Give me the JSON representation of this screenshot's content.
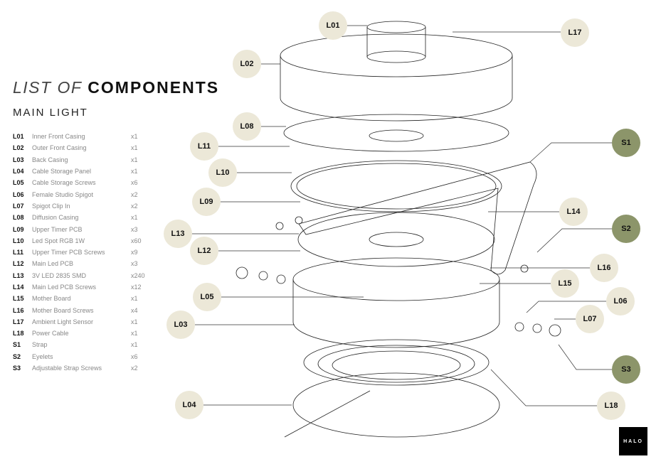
{
  "title": {
    "light": "LIST OF",
    "bold": "COMPONENTS"
  },
  "subtitle": "MAIN LIGHT",
  "components": [
    {
      "code": "L01",
      "name": "Inner Front Casing",
      "qty": "x1"
    },
    {
      "code": "L02",
      "name": "Outer Front Casing",
      "qty": "x1"
    },
    {
      "code": "L03",
      "name": "Back Casing",
      "qty": "x1"
    },
    {
      "code": "L04",
      "name": "Cable Storage Panel",
      "qty": "x1"
    },
    {
      "code": "L05",
      "name": "Cable Storage Screws",
      "qty": "x6"
    },
    {
      "code": "L06",
      "name": "Female Studio Spigot",
      "qty": "x2"
    },
    {
      "code": "L07",
      "name": "Spigot Clip In",
      "qty": "x2"
    },
    {
      "code": "L08",
      "name": "Diffusion Casing",
      "qty": "x1"
    },
    {
      "code": "L09",
      "name": "Upper Timer PCB",
      "qty": "x3"
    },
    {
      "code": "L10",
      "name": "Led Spot RGB 1W",
      "qty": "x60"
    },
    {
      "code": "L11",
      "name": "Upper Timer PCB Screws",
      "qty": "x9"
    },
    {
      "code": "L12",
      "name": "Main Led PCB",
      "qty": "x3"
    },
    {
      "code": "L13",
      "name": "3V LED 2835 SMD",
      "qty": "x240"
    },
    {
      "code": "L14",
      "name": "Main Led PCB Screws",
      "qty": "x12"
    },
    {
      "code": "L15",
      "name": "Mother Board",
      "qty": "x1"
    },
    {
      "code": "L16",
      "name": "Mother Board Screws",
      "qty": "x4"
    },
    {
      "code": "L17",
      "name": "Ambient Light Sensor",
      "qty": "x1"
    },
    {
      "code": "L18",
      "name": "Power Cable",
      "qty": "x1"
    },
    {
      "code": "S1",
      "name": "Strap",
      "qty": "x1"
    },
    {
      "code": "S2",
      "name": "Eyelets",
      "qty": "x6"
    },
    {
      "code": "S3",
      "name": "Adjustable Strap Screws",
      "qty": "x2"
    }
  ],
  "callouts": [
    "L01",
    "L17",
    "L02",
    "L08",
    "L11",
    "S1",
    "L10",
    "L09",
    "L14",
    "S2",
    "L13",
    "L12",
    "L16",
    "L15",
    "L05",
    "L06",
    "L03",
    "L07",
    "S3",
    "L04",
    "L18"
  ],
  "logo": "HALO",
  "colors": {
    "bubble": "#ece8d8",
    "strap_bubble": "#8c956a"
  }
}
